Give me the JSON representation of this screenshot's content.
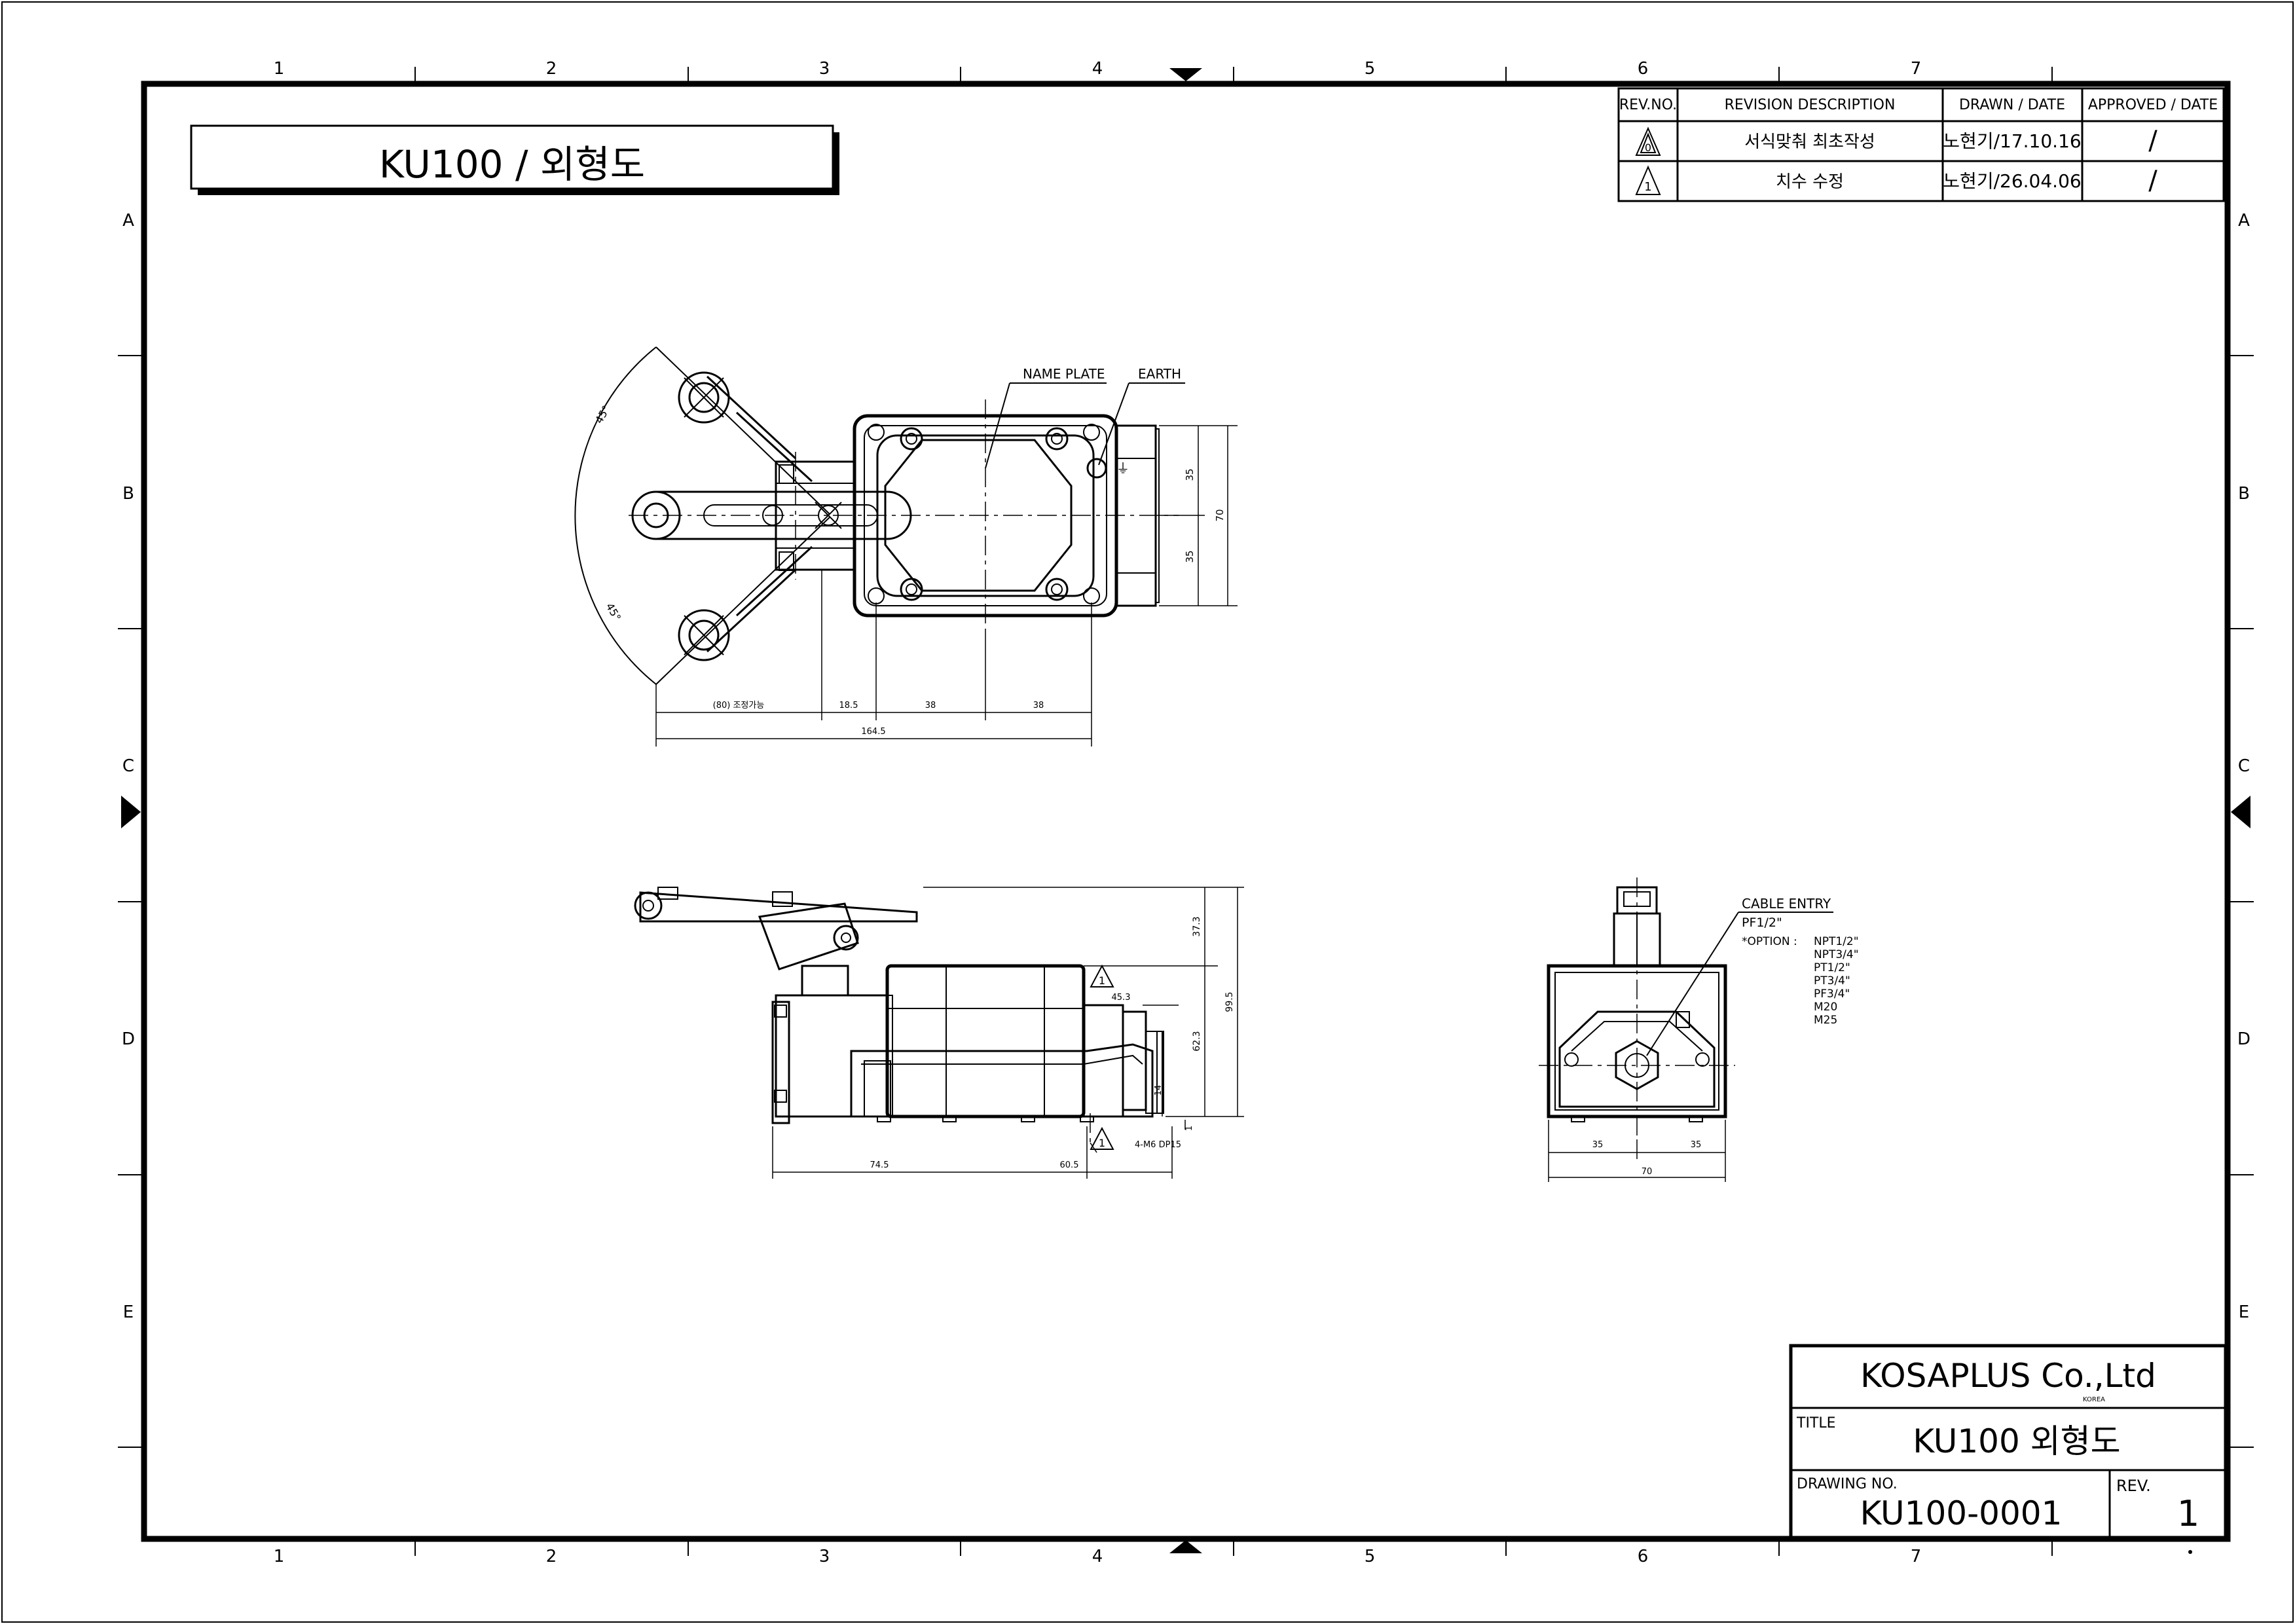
{
  "sheet": {
    "col_labels": [
      "1",
      "2",
      "3",
      "4",
      "5",
      "6",
      "7"
    ],
    "row_labels": [
      "A",
      "B",
      "C",
      "D",
      "E"
    ]
  },
  "title_box": {
    "text": "KU100 / 외형도"
  },
  "revision_table": {
    "headers": {
      "rev_no": "REV.NO.",
      "description": "REVISION DESCRIPTION",
      "drawn": "DRAWN / DATE",
      "approved": "APPROVED / DATE"
    },
    "rows": [
      {
        "rev": "0",
        "description": "서식맞춰 최초작성",
        "drawn": "노현기/17.10.16",
        "approved": "/"
      },
      {
        "rev": "1",
        "description": "치수 수정",
        "drawn": "노현기/26.04.06",
        "approved": "/"
      }
    ]
  },
  "top_view": {
    "callouts": {
      "name_plate": "NAME PLATE",
      "earth": "EARTH"
    },
    "dims": {
      "d80": "(80) 조정가능",
      "d18_5": "18.5",
      "d38a": "38",
      "d38b": "38",
      "d164_5": "164.5",
      "d35a": "35",
      "d35b": "35",
      "d70": "70",
      "angle_top": "45°",
      "angle_bot": "45°"
    }
  },
  "front_view": {
    "dims": {
      "d37_3": "37.3",
      "d99_5": "99.5",
      "d62_3": "62.3",
      "d45_3": "45.3",
      "d14": "14",
      "d1": "1",
      "d74_5": "74.5",
      "d60_5": "60.5",
      "screw": "4-M6 DP15",
      "rev_mark_1": "1",
      "rev_mark_2": "1"
    }
  },
  "side_view": {
    "cable_entry_title": "CABLE ENTRY",
    "cable_entry_std": "PF1/2\"",
    "option_label": "*OPTION :",
    "options": [
      "NPT1/2\"",
      "NPT3/4\"",
      "PT1/2\"",
      "PT3/4\"",
      "PF3/4\"",
      "M20",
      "M25"
    ],
    "dims": {
      "d35a": "35",
      "d35b": "35",
      "d70": "70"
    }
  },
  "title_block": {
    "company": "KOSAPLUS Co.,Ltd",
    "country": "KOREA",
    "title_label": "TITLE",
    "title": "KU100 외형도",
    "drawing_no_label": "DRAWING NO.",
    "drawing_no": "KU100-0001",
    "rev_label": "REV.",
    "rev": "1"
  }
}
